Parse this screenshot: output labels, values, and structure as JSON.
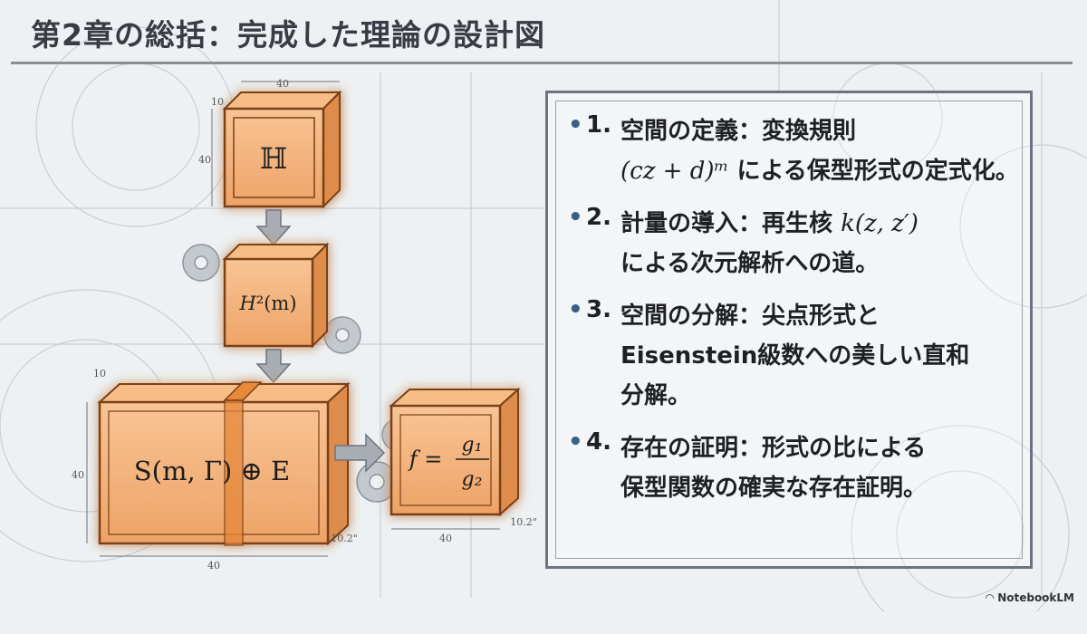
{
  "title": "第2章の総括：完成した理論の設計図",
  "diagram": {
    "box1": "ℍ",
    "box2_script": "H",
    "box2_rest": "²(m)",
    "box3": "S(m, Γ) ⊕ E",
    "box4_lhs": "f =",
    "box4_num": "g₁",
    "box4_den": "g₂",
    "dims": {
      "top_width": "40",
      "top_depth": "10",
      "top_height": "40",
      "big_depth": "10",
      "big_height": "40",
      "big_width": "40",
      "big_diag": "10.2\"",
      "small_width": "40",
      "small_diag": "10.2\""
    }
  },
  "bullets": [
    {
      "num": "1.",
      "line1": "空間の定義：変換規則",
      "line2_math": "(cz + d)ᵐ",
      "line2_text": " による保型形式の定式化。"
    },
    {
      "num": "2.",
      "line1_text": "計量の導入：再生核 ",
      "line1_math": "k(z, z′)",
      "line2": "による次元解析への道。"
    },
    {
      "num": "3.",
      "line1": "空間の分解：尖点形式と",
      "line2": "Eisenstein級数への美しい直和",
      "line3": "分解。"
    },
    {
      "num": "4.",
      "line1": "存在の証明：形式の比による",
      "line2": "保型関数の確実な存在証明。"
    }
  ],
  "footer": {
    "brand": "NotebookLM"
  },
  "colors": {
    "box_fill": "#f2b27a",
    "box_glow": "#f7a13f",
    "box_edge": "#7a3f17",
    "bullet_dot": "#3c5f86",
    "frame": "#6c7480"
  }
}
